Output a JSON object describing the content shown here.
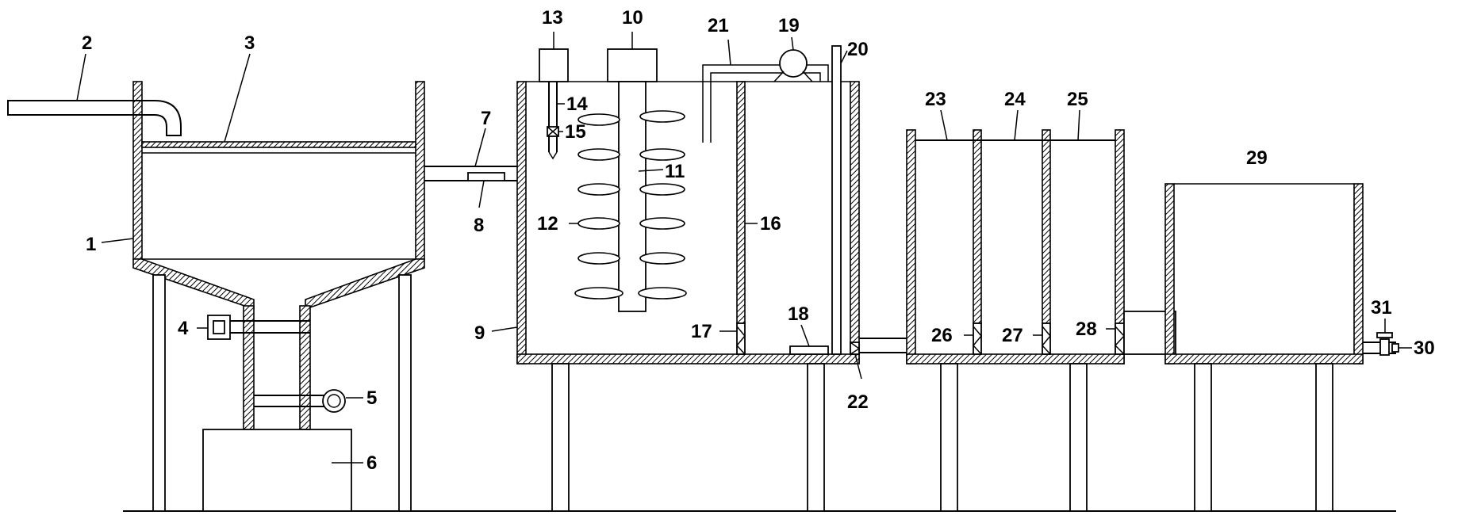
{
  "figure": {
    "labels": [
      "1",
      "2",
      "3",
      "4",
      "5",
      "6",
      "7",
      "8",
      "9",
      "10",
      "11",
      "12",
      "13",
      "14",
      "15",
      "16",
      "17",
      "18",
      "19",
      "20",
      "21",
      "22",
      "23",
      "24",
      "25",
      "26",
      "27",
      "28",
      "29",
      "30",
      "31"
    ]
  }
}
